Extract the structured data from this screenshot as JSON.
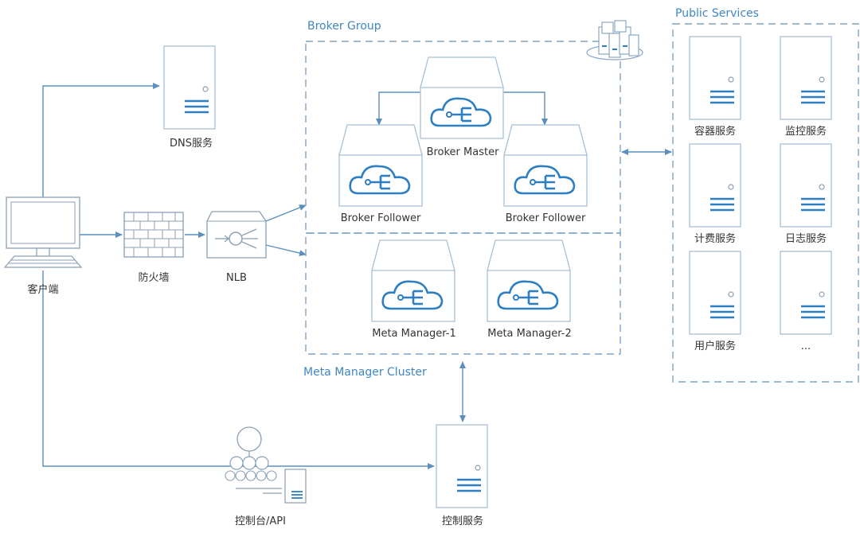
{
  "groups": {
    "broker_group": "Broker Group",
    "meta_cluster": "Meta Manager Cluster",
    "public_services": "Public Services"
  },
  "nodes": {
    "dns": "DNS服务",
    "client": "客户端",
    "firewall": "防火墙",
    "nlb": "NLB",
    "broker_master": "Broker Master",
    "broker_follower_1": "Broker Follower",
    "broker_follower_2": "Broker Follower",
    "meta_manager_1": "Meta Manager-1",
    "meta_manager_2": "Meta Manager-2",
    "console_api": "控制台/API",
    "control_service": "控制服务"
  },
  "services": [
    "容器服务",
    "监控服务",
    "计费服务",
    "日志服务",
    "用户服务",
    "..."
  ],
  "icons": {
    "server": "server-icon",
    "cloud_node": "cloud-network-icon",
    "monitor": "computer-icon",
    "firewall": "firewall-icon",
    "load_balancer": "load-balancer-icon",
    "server_cluster": "server-cluster-icon",
    "org_chart": "hierarchy-icon"
  },
  "colors": {
    "accent": "#2e7fc1",
    "line": "#5b8fc0",
    "group_title": "#3f86c4",
    "box_border": "#a8bfd6"
  }
}
